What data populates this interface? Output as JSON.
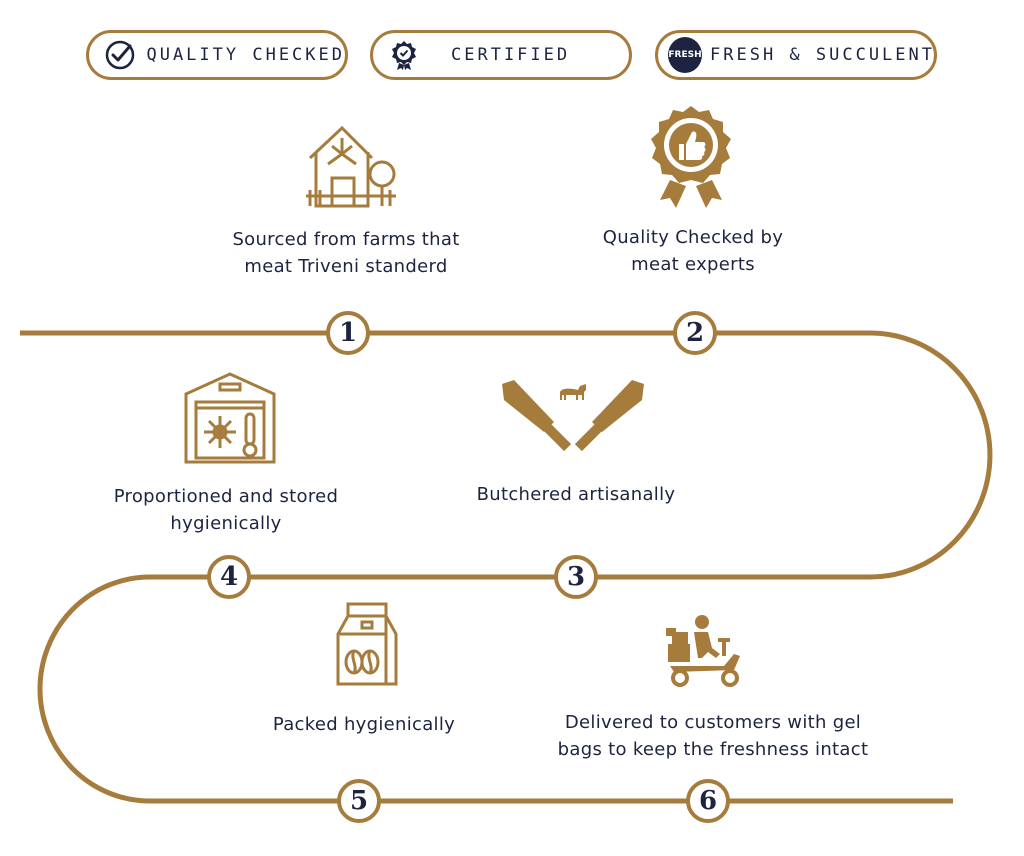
{
  "badges": [
    {
      "label": "QUALITY CHECKED",
      "icon": "check-circle-icon"
    },
    {
      "label": "CERTIFIED",
      "icon": "certified-seal-icon"
    },
    {
      "label": "FRESH & SUCCULENT",
      "icon": "fresh-stamp-icon",
      "stamp_text": "FRESH"
    }
  ],
  "steps": [
    {
      "number": "1",
      "caption_line1": "Sourced from farms that",
      "caption_line2": "meat Triveni standerd",
      "icon": "farm-house-icon"
    },
    {
      "number": "2",
      "caption_line1": "Quality Checked by",
      "caption_line2": "meat experts",
      "icon": "thumbs-up-award-icon"
    },
    {
      "number": "3",
      "caption_line1": "Butchered artisanally",
      "caption_line2": "",
      "icon": "crossed-cleavers-goat-icon"
    },
    {
      "number": "4",
      "caption_line1": "Proportioned and stored",
      "caption_line2": "hygienically",
      "icon": "cold-storage-icon"
    },
    {
      "number": "5",
      "caption_line1": "Packed hygienically",
      "caption_line2": "",
      "icon": "coffee-bag-icon"
    },
    {
      "number": "6",
      "caption_line1": "Delivered to customers with gel",
      "caption_line2": "bags to keep the freshness intact",
      "icon": "delivery-scooter-icon"
    }
  ],
  "colors": {
    "gold": "#a67c3d",
    "navy": "#1e2340"
  }
}
